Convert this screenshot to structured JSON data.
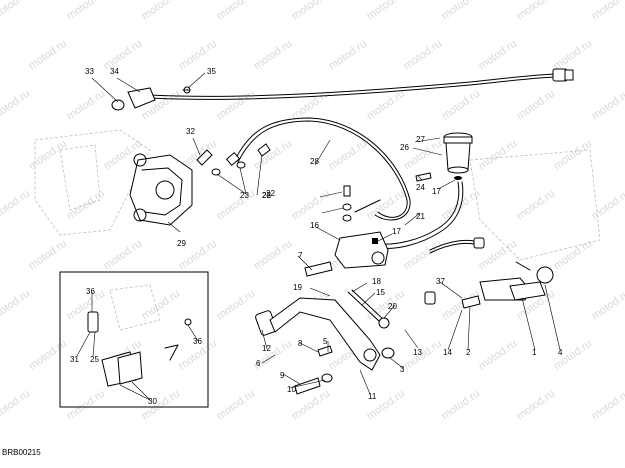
{
  "diagram": {
    "reference_code": "BRB00215",
    "watermark_text": "motod.ru",
    "callouts": [
      "33",
      "34",
      "35",
      "32",
      "28",
      "27",
      "26",
      "24",
      "17",
      "22",
      "23",
      "22",
      "23",
      "29",
      "16",
      "17",
      "21",
      "7",
      "18",
      "15",
      "19",
      "20",
      "37",
      "13",
      "14",
      "2",
      "1",
      "4",
      "12",
      "8",
      "6",
      "5",
      "3",
      "9",
      "10",
      "11",
      "36",
      "31",
      "25",
      "36",
      "30"
    ]
  }
}
